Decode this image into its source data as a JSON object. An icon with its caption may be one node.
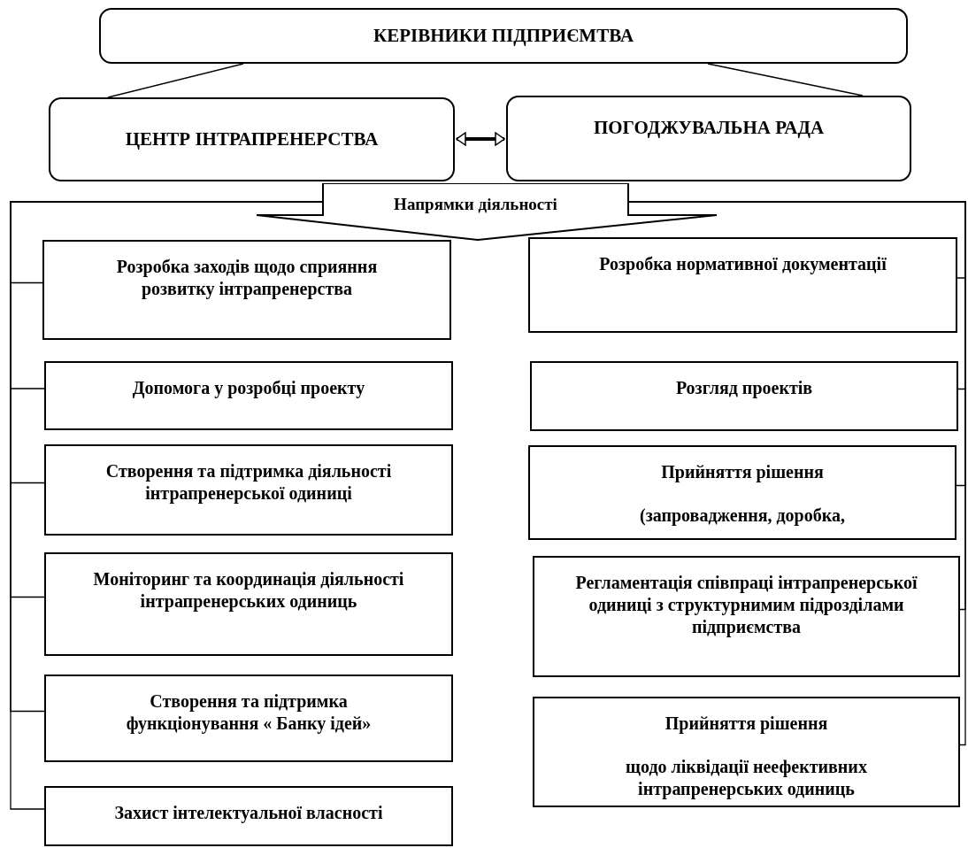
{
  "diagram": {
    "nodes": [
      {
        "text": [
          "КЕРІВНИКИ ПІДПРИЄМТВА"
        ]
      },
      {
        "text": [
          "ЦЕНТР ІНТРАПРЕНЕРСТВА"
        ]
      },
      {
        "text": [
          "ПОГОДЖУВАЛЬНА РАДА"
        ]
      },
      {
        "text": [
          "Напрямки діяльності"
        ]
      },
      {
        "text": [
          "Розробка заходів щодо сприяння розвитку інтрапренерства"
        ]
      },
      {
        "text": [
          "Допомога у розробці проекту"
        ]
      },
      {
        "text": [
          "Створення та підтримка діяльності інтрапренерської одиниці"
        ]
      },
      {
        "text": [
          "Моніторинг та координація діяльності інтрапренерських одиниць"
        ]
      },
      {
        "text": [
          "Створення та підтримка функціонування « Банку ідей»"
        ]
      },
      {
        "text": [
          "Захист інтелектуальної власності"
        ]
      },
      {
        "text": [
          "Розробка нормативної документації"
        ]
      },
      {
        "text": [
          "Розгляд проектів"
        ]
      },
      {
        "text": [
          "Прийняття рішення",
          "(запровадження, доробка,"
        ]
      },
      {
        "text": [
          "Регламентація співпраці інтрапренерської одиниці з структурнимим підрозділами підприємства"
        ]
      },
      {
        "text": [
          "Прийняття рішення",
          "щодо ліквідації неефективних інтрапренерських одиниць"
        ]
      }
    ],
    "edges": [
      {
        "from": 0,
        "to": 1,
        "arrow": "none"
      },
      {
        "from": 0,
        "to": 2,
        "arrow": "none"
      },
      {
        "from": 1,
        "to": 2,
        "arrow": "both",
        "style": "thick"
      },
      {
        "from": 3,
        "to": 4,
        "arrow": "none"
      },
      {
        "from": 3,
        "to": 5,
        "arrow": "none"
      },
      {
        "from": 3,
        "to": 6,
        "arrow": "none"
      },
      {
        "from": 3,
        "to": 7,
        "arrow": "none"
      },
      {
        "from": 3,
        "to": 8,
        "arrow": "none"
      },
      {
        "from": 3,
        "to": 9,
        "arrow": "none"
      },
      {
        "from": 3,
        "to": 10,
        "arrow": "none"
      },
      {
        "from": 3,
        "to": 11,
        "arrow": "none"
      },
      {
        "from": 3,
        "to": 12,
        "arrow": "none"
      },
      {
        "from": 3,
        "to": 13,
        "arrow": "none"
      },
      {
        "from": 3,
        "to": 14,
        "arrow": "none"
      }
    ]
  }
}
